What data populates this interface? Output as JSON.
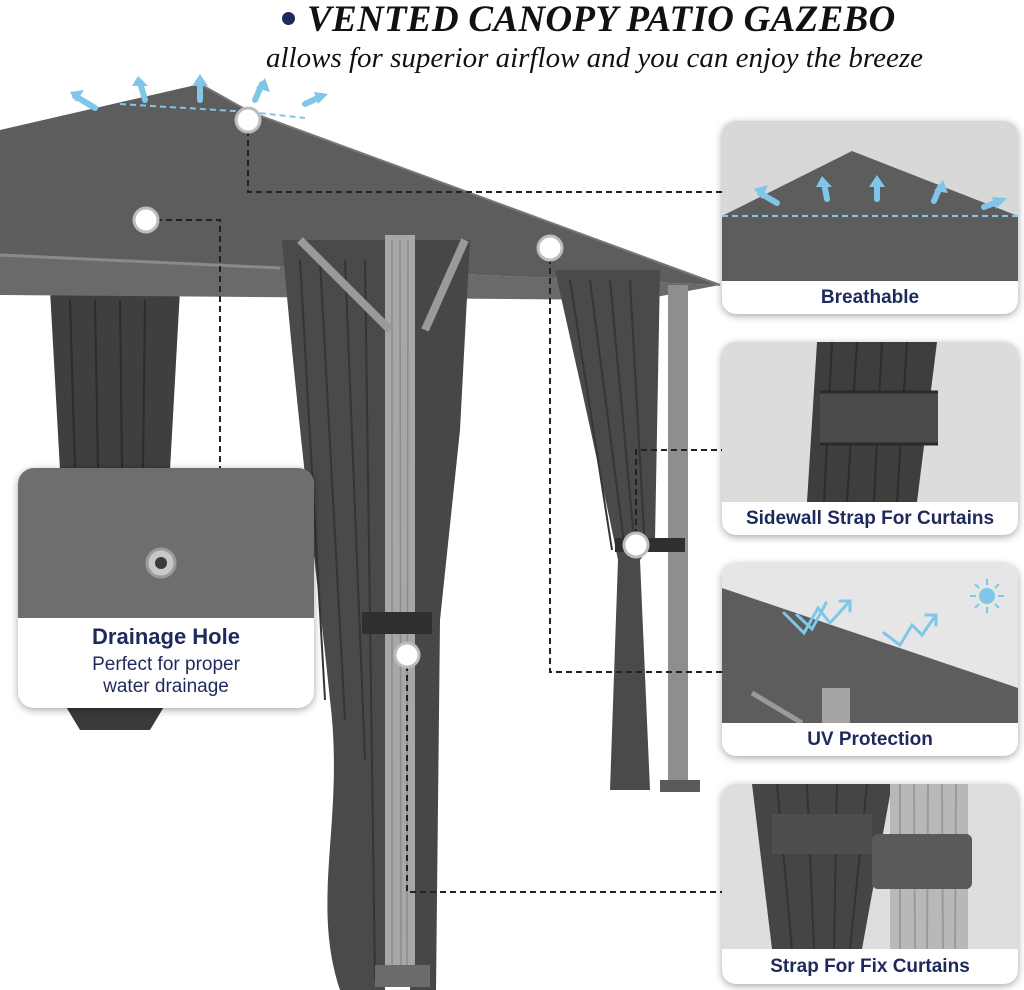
{
  "header": {
    "title": "VENTED CANOPY PATIO GAZEBO",
    "subtitle": "allows for superior airflow and you can enjoy the breeze"
  },
  "features": [
    {
      "label": "Breathable",
      "icon": "vent-arrows-icon"
    },
    {
      "label": "Sidewall Strap For Curtains",
      "icon": "strap-icon"
    },
    {
      "label": "UV Protection",
      "icon": "sun-icon"
    },
    {
      "label": "Strap For Fix Curtains",
      "icon": "strap-icon"
    }
  ],
  "drainage": {
    "title": "Drainage Hole",
    "description_line1": "Perfect for proper",
    "description_line2": "water drainage"
  },
  "colors": {
    "accent_navy": "#1f2a5c",
    "arrow_blue": "#7fc6e8",
    "canopy_gray": "#5d5d5d",
    "curtain_gray": "#4a4a4a"
  }
}
